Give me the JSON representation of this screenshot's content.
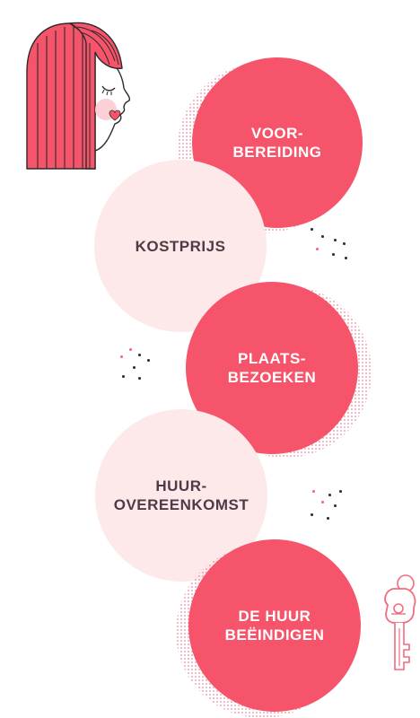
{
  "steps": [
    {
      "label_line1": "VOOR-",
      "label_line2": "BEREIDING"
    },
    {
      "label_line1": "KOSTPRIJS",
      "label_line2": ""
    },
    {
      "label_line1": "PLAATS-",
      "label_line2": "BEZOEKEN"
    },
    {
      "label_line1": "HUUR-",
      "label_line2": "OVEREENKOMST"
    },
    {
      "label_line1": "DE HUUR",
      "label_line2": "BEËINDIGEN"
    }
  ],
  "colors": {
    "accent": "#f6546a",
    "light_circle": "#fde9ea",
    "dark_text": "#4f3a46",
    "pattern": "#ec6178"
  },
  "icons": {
    "top_left": "woman-portrait-icon",
    "bottom_right": "key-icon"
  }
}
